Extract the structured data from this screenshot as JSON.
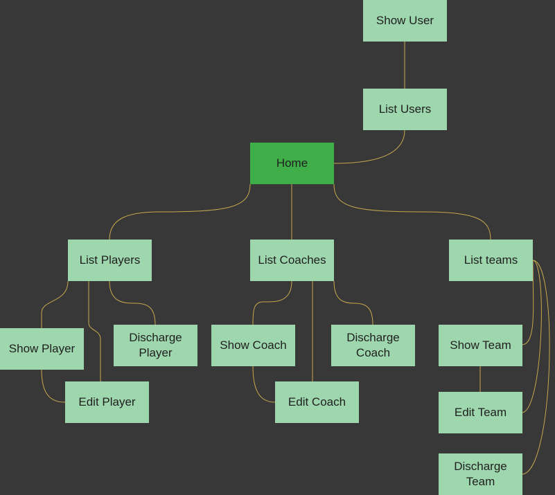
{
  "theme": {
    "background": "#383838",
    "node_fill": "#9ed6ad",
    "root_fill": "#3fad48",
    "connector": "#c8a84f",
    "text": "#1f1f1f"
  },
  "nodes": {
    "show_user": "Show User",
    "list_users": "List Users",
    "home": "Home",
    "list_players": "List Players",
    "list_coaches": "List Coaches",
    "list_teams": "List teams",
    "show_player": "Show Player",
    "edit_player": "Edit Player",
    "discharge_player": "Discharge\nPlayer",
    "show_coach": "Show Coach",
    "edit_coach": "Edit Coach",
    "discharge_coach": "Discharge\nCoach",
    "show_team": "Show Team",
    "edit_team": "Edit Team",
    "discharge_team": "Discharge\nTeam"
  },
  "edges": [
    [
      "show_user",
      "list_users"
    ],
    [
      "list_users",
      "home"
    ],
    [
      "home",
      "list_players"
    ],
    [
      "home",
      "list_coaches"
    ],
    [
      "home",
      "list_teams"
    ],
    [
      "list_players",
      "show_player"
    ],
    [
      "list_players",
      "edit_player"
    ],
    [
      "list_players",
      "discharge_player"
    ],
    [
      "list_coaches",
      "show_coach"
    ],
    [
      "list_coaches",
      "edit_coach"
    ],
    [
      "list_coaches",
      "discharge_coach"
    ],
    [
      "list_teams",
      "show_team"
    ],
    [
      "list_teams",
      "edit_team"
    ],
    [
      "list_teams",
      "discharge_team"
    ],
    [
      "show_player",
      "edit_player"
    ],
    [
      "show_coach",
      "edit_coach"
    ],
    [
      "show_team",
      "edit_team"
    ]
  ]
}
